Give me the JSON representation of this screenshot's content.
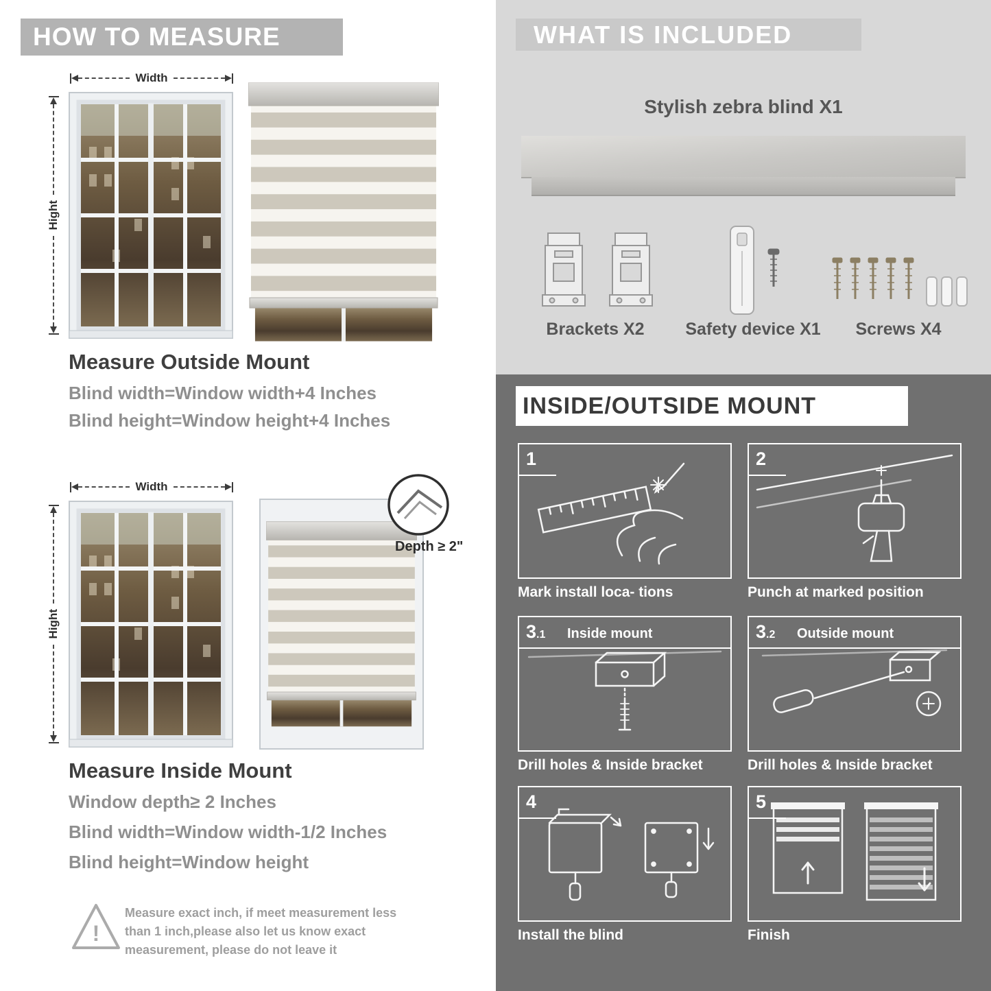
{
  "left": {
    "header": "HOW TO MEASURE",
    "labels": {
      "width": "Width",
      "height": "Hight",
      "depth": "Depth ≥ 2\""
    },
    "outside_mount": {
      "title": "Measure Outside Mount",
      "line1": "Blind width=Window width+4 Inches",
      "line2": "Blind height=Window height+4 Inches"
    },
    "inside_mount": {
      "title": "Measure Inside Mount",
      "line1": "Window depth≥ 2 Inches",
      "line2": "Blind width=Window width-1/2 Inches",
      "line3": "Blind height=Window height"
    },
    "warning": {
      "mark": "!",
      "line1": "Measure exact inch, if meet measurement less",
      "line2": "than 1 inch,please also let us know exact",
      "line3": "measurement, please do not leave it"
    }
  },
  "right": {
    "included": {
      "header": "WHAT IS INCLUDED",
      "product_label": "Stylish zebra blind X1",
      "items": [
        {
          "label": "Brackets X2"
        },
        {
          "label": "Safety device X1"
        },
        {
          "label": "Screws X4"
        }
      ]
    },
    "mount": {
      "header": "INSIDE/OUTSIDE MOUNT",
      "steps": [
        {
          "num": "1",
          "sub": "",
          "caption": "Mark install loca- tions"
        },
        {
          "num": "2",
          "sub": "",
          "caption": "Punch at  marked position"
        },
        {
          "num": "3",
          "sub": ".1",
          "label": "Inside mount",
          "caption": "Drill holes &  Inside bracket"
        },
        {
          "num": "3",
          "sub": ".2",
          "label": "Outside mount",
          "caption": "Drill holes &  Inside bracket"
        },
        {
          "num": "4",
          "sub": "",
          "caption": "Install the blind"
        },
        {
          "num": "5",
          "sub": "",
          "caption": "Finish"
        }
      ]
    }
  },
  "colors": {
    "banner_gray": "#b3b3b3",
    "panel_light": "#d8d8d8",
    "panel_dark": "#707070",
    "heading_dark": "#3f3f3f",
    "text_gray": "#8f8f8f",
    "stripe_solid": "#cdc8bc"
  }
}
